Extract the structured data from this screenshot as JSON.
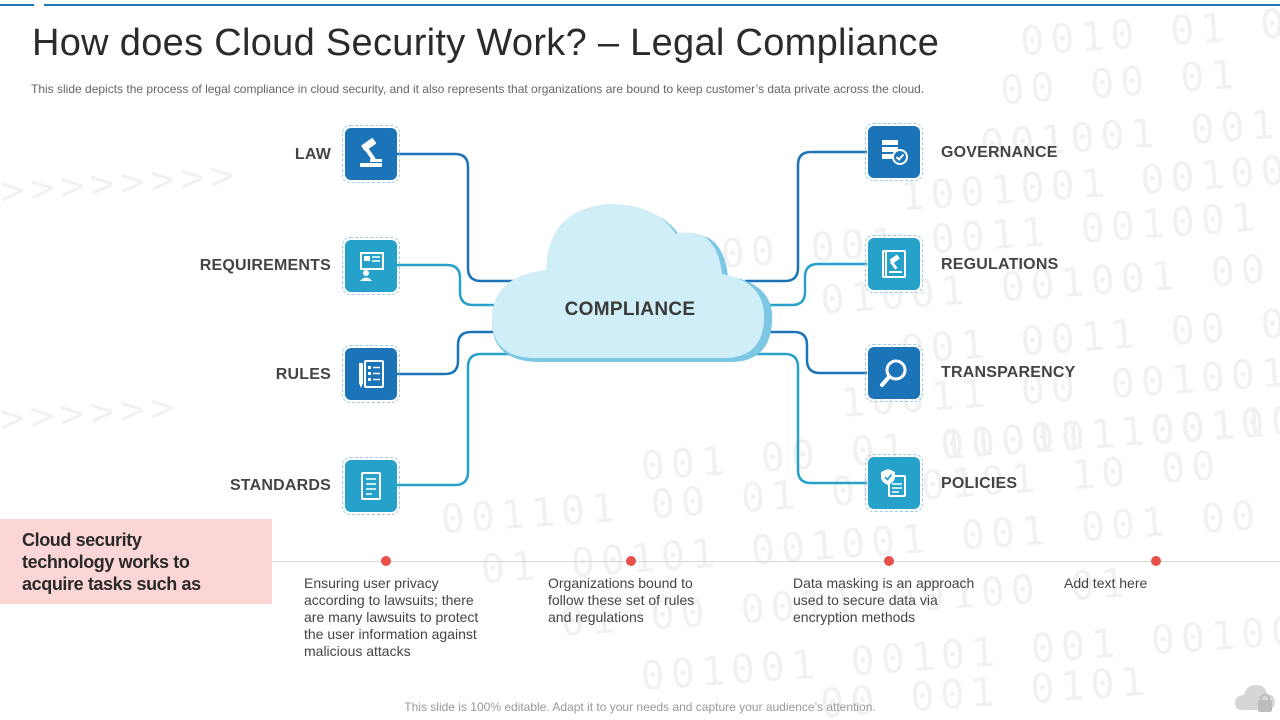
{
  "slide": {
    "title": "How does Cloud Security Work? – Legal Compliance",
    "subtitle": "This slide depicts the process of legal compliance in cloud security, and it also represents that organizations are bound to keep customer’s data private  across the cloud.",
    "footer": "This slide is 100% editable. Adapt it to your needs and capture your audience’s attention."
  },
  "center": {
    "label": "COMPLIANCE"
  },
  "left_items": [
    {
      "label": "LAW",
      "icon": "gavel-icon"
    },
    {
      "label": "REQUIREMENTS",
      "icon": "presentation-board-icon"
    },
    {
      "label": "RULES",
      "icon": "checklist-pen-icon"
    },
    {
      "label": "STANDARDS",
      "icon": "document-list-icon"
    }
  ],
  "right_items": [
    {
      "label": "GOVERNANCE",
      "icon": "server-check-icon"
    },
    {
      "label": "REGULATIONS",
      "icon": "law-book-icon"
    },
    {
      "label": "TRANSPARENCY",
      "icon": "magnifier-icon"
    },
    {
      "label": "POLICIES",
      "icon": "shield-document-icon"
    }
  ],
  "callout": {
    "line1": "Cloud security",
    "line2": "technology works to",
    "line3": "acquire tasks such as"
  },
  "tasks": [
    {
      "text": "Ensuring user privacy according to lawsuits; there are many lawsuits to protect the user information against malicious attacks"
    },
    {
      "text": "Organizations bound to follow these set of rules and regulations"
    },
    {
      "text": "Data masking is an approach used to secure data via encryption methods"
    },
    {
      "text": "Add text here"
    }
  ],
  "colors": {
    "dark_blue": "#1b74b8",
    "light_blue": "#26a1c9",
    "cloud": "#cfeef7",
    "accent_red": "#e8504a",
    "callout_bg": "#fbd6d4"
  }
}
